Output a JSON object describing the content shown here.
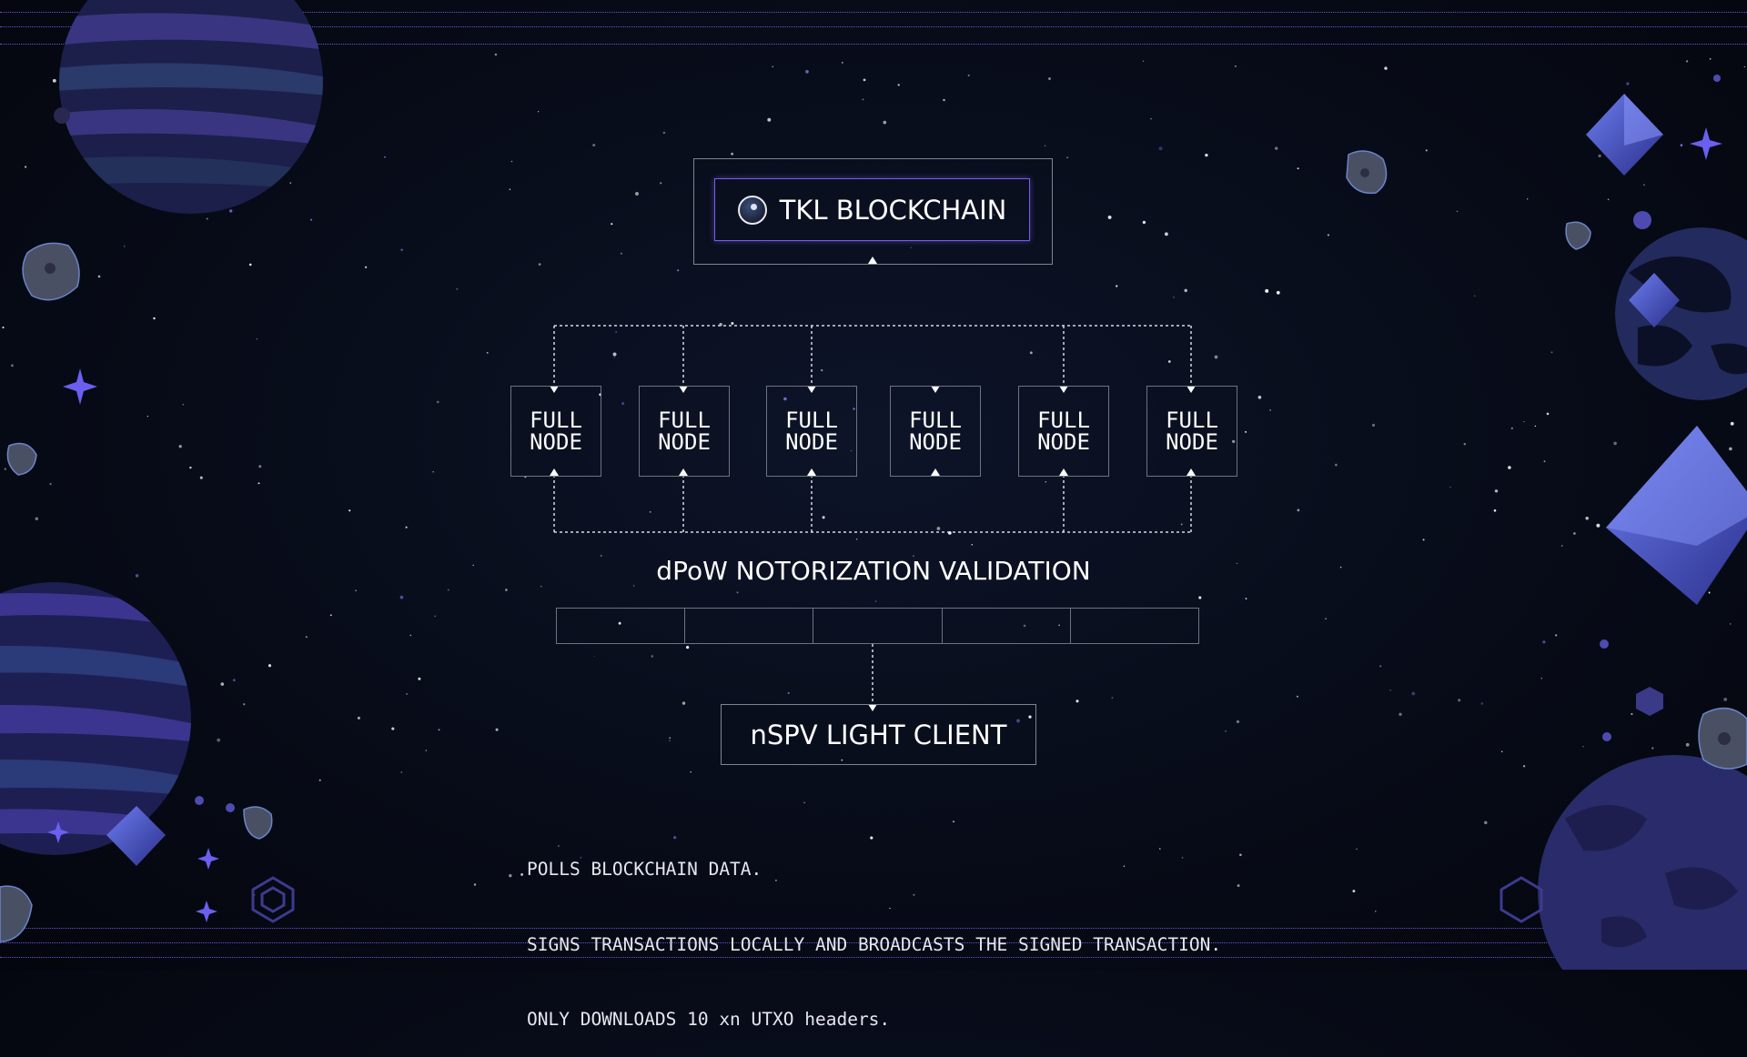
{
  "diagram": {
    "blockchain_title": "TKL BLOCKCHAIN",
    "blockchain_icon": "globe-icon",
    "node_label": "FULL\nNODE",
    "nodes": [
      "FULL\nNODE",
      "FULL\nNODE",
      "FULL\nNODE",
      "FULL\nNODE",
      "FULL\nNODE",
      "FULL\nNODE"
    ],
    "validation_label": "dPoW NOTORIZATION VALIDATION",
    "client_label": "nSPV LIGHT CLIENT",
    "notes": [
      "POLLS BLOCKCHAIN DATA.",
      "SIGNS TRANSACTIONS LOCALLY AND BROADCASTS THE SIGNED TRANSACTION.",
      "ONLY DOWNLOADS 10 xn UTXO headers."
    ]
  },
  "colors": {
    "background": "#070b17",
    "accent_purple": "#7a5cf0",
    "border_gray": "#7f8493",
    "planet_purple": "#3a3580",
    "crystal_blue": "#4a55c8"
  }
}
